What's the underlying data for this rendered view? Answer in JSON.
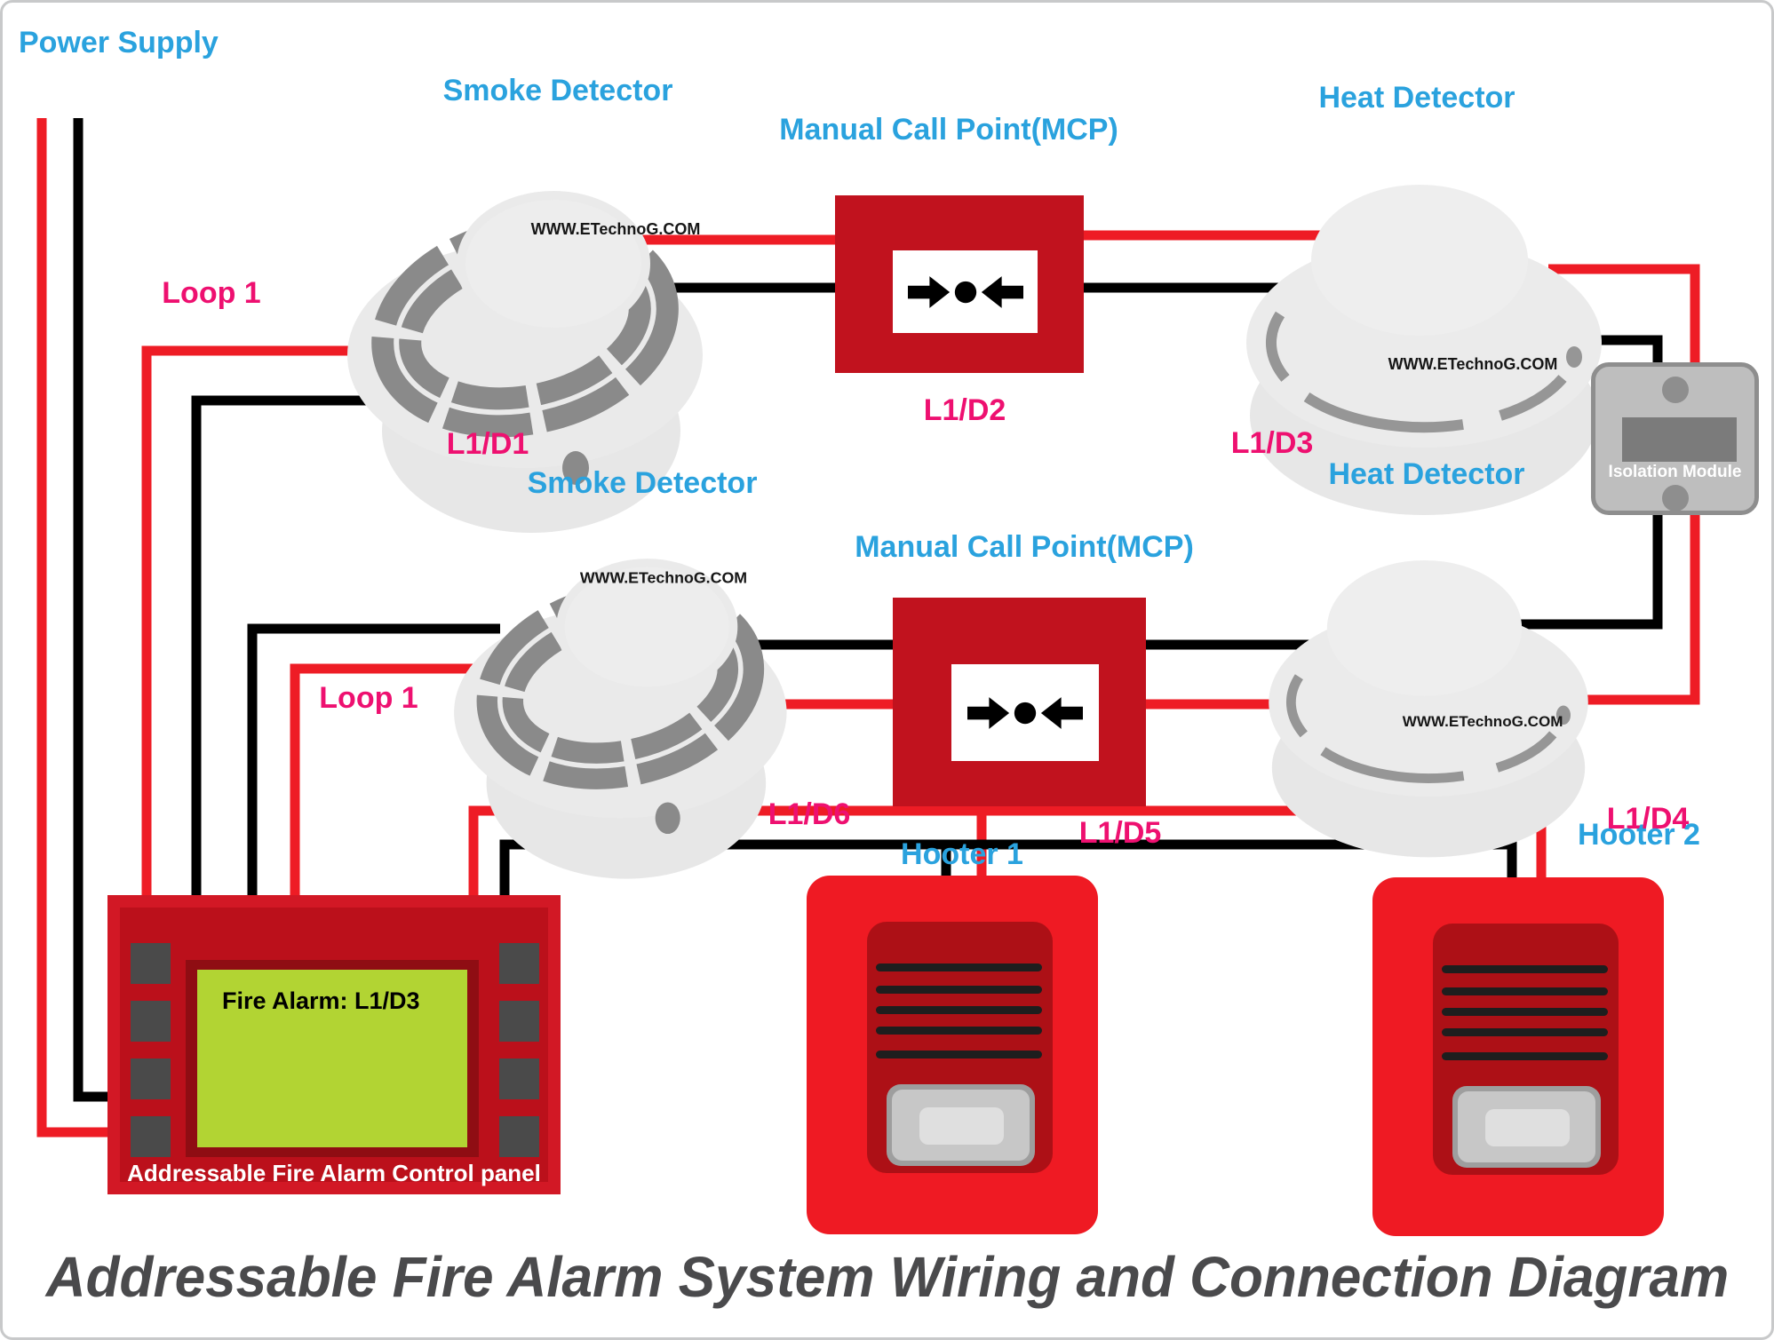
{
  "title": "Addressable Fire Alarm System Wiring and Connection Diagram",
  "watermark": "WWW.ETechnoG.COM",
  "labels": {
    "power_supply": "Power Supply",
    "loop1_top": "Loop 1",
    "loop1_bottom": "Loop 1",
    "smoke_detector_1": "Smoke Detector",
    "smoke_detector_2": "Smoke Detector",
    "mcp_1": "Manual Call Point(MCP)",
    "mcp_2": "Manual Call Point(MCP)",
    "heat_detector_1": "Heat Detector",
    "heat_detector_2": "Heat Detector",
    "hooter_1": "Hooter 1",
    "hooter_2": "Hooter 2",
    "isolation_module": "Isolation Module"
  },
  "addresses": {
    "d1": "L1/D1",
    "d2": "L1/D2",
    "d3": "L1/D3",
    "d4": "L1/D4",
    "d5": "L1/D5",
    "d6": "L1/D6"
  },
  "control_panel": {
    "screen_text": "Fire Alarm: L1/D3",
    "caption": "Addressable Fire Alarm Control panel"
  },
  "colors": {
    "wire_red": "#ee1c25",
    "wire_black": "#000000",
    "label_blue": "#2aa2de",
    "label_pink": "#ee1070",
    "mcp_red": "#c1121e",
    "panel_red": "#d21825",
    "screen_green": "#b2d433",
    "hooter_red": "#ef1a23",
    "hooter_inner_red": "#ad1016",
    "module_gray": "#bebebe",
    "detector_light_gray": "#eaeaea",
    "detector_dark_gray": "#8a8a8a",
    "title_gray": "#4a4a4c"
  }
}
